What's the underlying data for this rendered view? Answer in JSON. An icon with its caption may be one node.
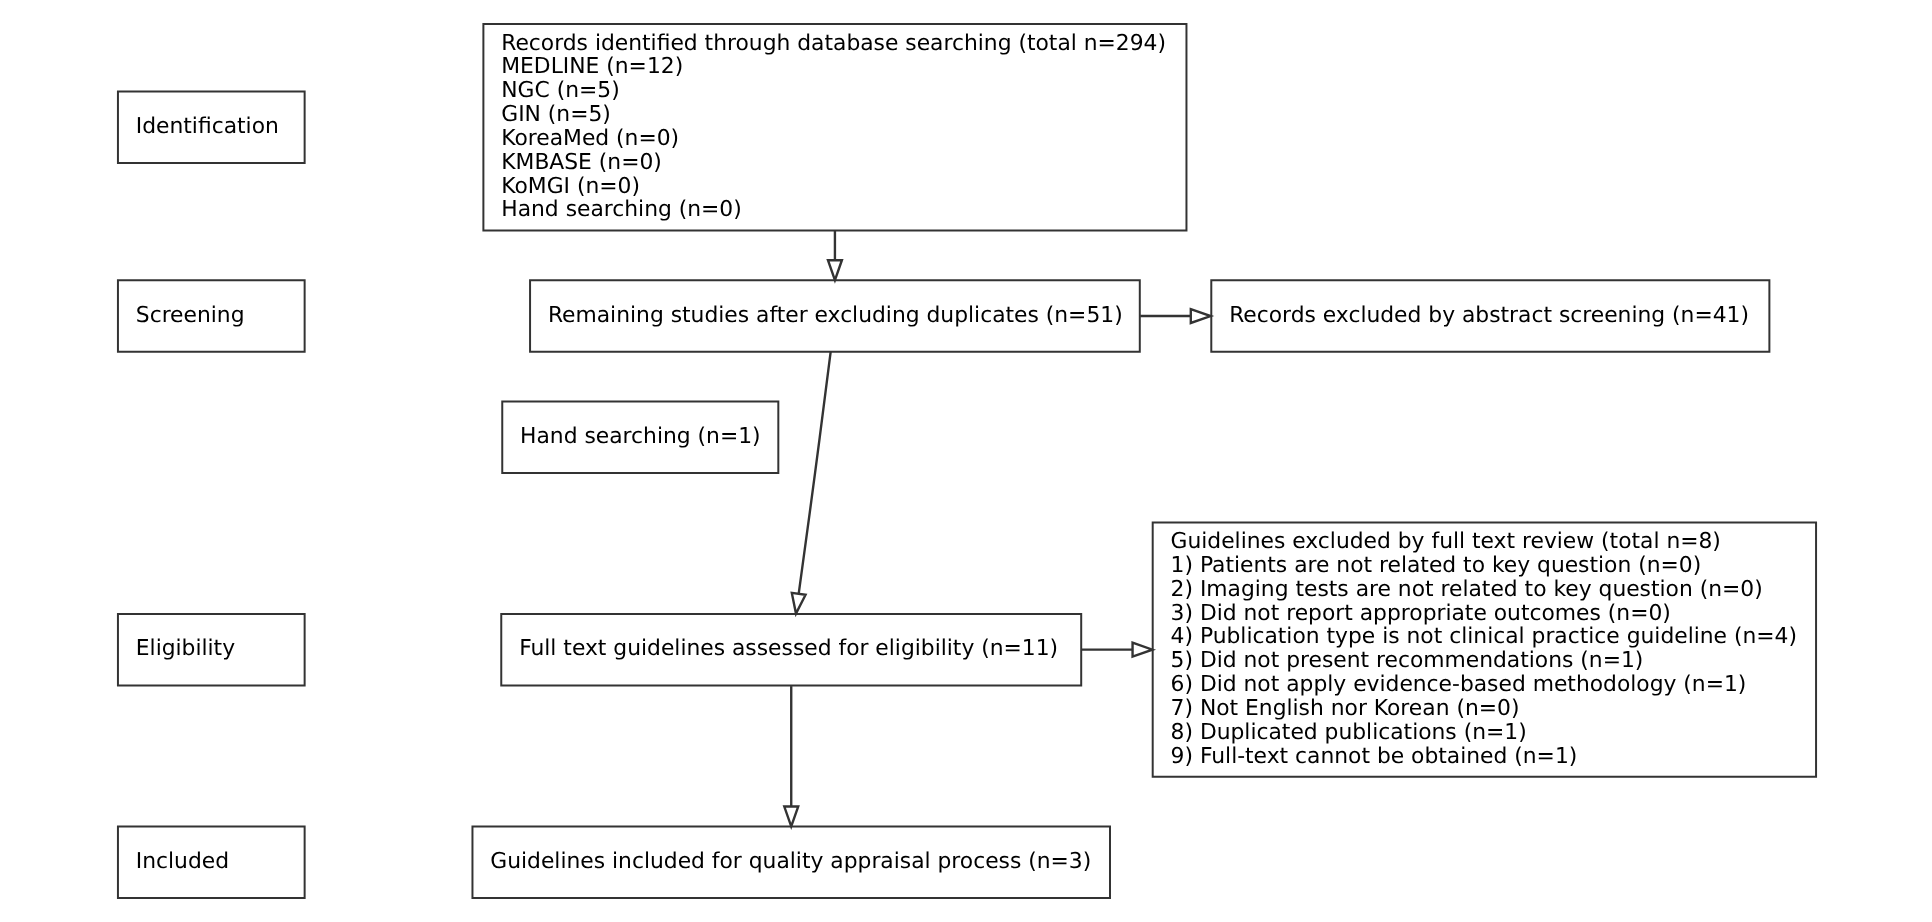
{
  "diagram": {
    "nodes": [
      {
        "text": [
          "Identification"
        ]
      },
      {
        "text": [
          "Records identified through database searching (total n=294)",
          "MEDLINE (n=12)",
          "NGC (n=5)",
          "GIN (n=5)",
          "KoreaMed (n=0)",
          "KMBASE (n=0)",
          "KoMGI (n=0)",
          "Hand searching (n=0)"
        ]
      },
      {
        "text": [
          "Screening"
        ]
      },
      {
        "text": [
          "Remaining studies after excluding duplicates (n=51)"
        ]
      },
      {
        "text": [
          "Records excluded by abstract screening (n=41)"
        ]
      },
      {
        "text": [
          "Hand searching (n=1)"
        ]
      },
      {
        "text": [
          "Eligibility"
        ]
      },
      {
        "text": [
          "Full text guidelines assessed for eligibility (n=11)"
        ]
      },
      {
        "text": [
          "Guidelines excluded by full text review (total n=8)",
          "1) Patients are not related to key question (n=0)",
          "2) Imaging tests are not related to key question (n=0)",
          "3) Did not report appropriate outcomes (n=0)",
          "4) Publication type is not clinical practice guideline (n=4)",
          "5) Did not present recommendations (n=1)",
          "6) Did not apply evidence-based methodology (n=1)",
          "7) Not English nor Korean (n=0)",
          "8) Duplicated publications (n=1)",
          "9) Full-text cannot be obtained (n=1)"
        ]
      },
      {
        "text": [
          "Included"
        ]
      },
      {
        "text": [
          "Guidelines included for quality appraisal process (n=3)"
        ]
      }
    ],
    "edges": [
      {
        "from": 1,
        "to": 3,
        "arrow": "to"
      },
      {
        "from": 3,
        "to": 4,
        "arrow": "to"
      },
      {
        "from": 3,
        "to": 7,
        "arrow": "to"
      },
      {
        "from": 7,
        "to": 8,
        "arrow": "to"
      },
      {
        "from": 7,
        "to": 10,
        "arrow": "to"
      }
    ]
  }
}
